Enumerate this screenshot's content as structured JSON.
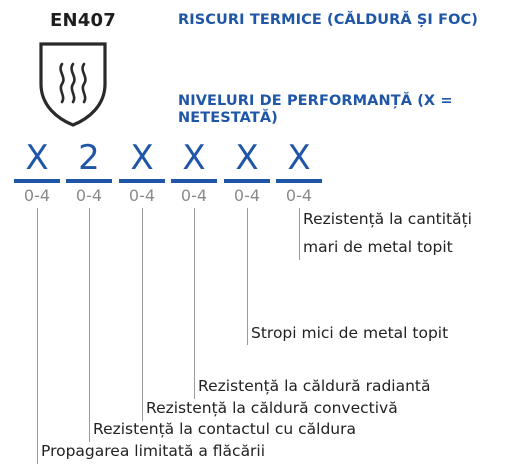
{
  "standard": "EN407",
  "title": "RISCURI TERMICE (CĂLDURĂ ȘI FOC)",
  "subtitle": "NIVELURI DE PERFORMANȚĂ (X = NETESTATĂ)",
  "icon": "heat-shield-icon",
  "levels": [
    "X",
    "2",
    "X",
    "X",
    "X",
    "X"
  ],
  "range": "0-4",
  "descriptions": {
    "d6_line1": "Rezistență la cantități",
    "d6_line2": "mari de metal topit",
    "d5": "Stropi mici de metal topit",
    "d4": "Rezistență la căldură radiantă",
    "d3": "Rezistență la căldură convectivă",
    "d2": "Rezistență la contactul cu căldura",
    "d1": "Propagarea limitată a flăcării"
  },
  "colors": {
    "accent": "#1f56a6",
    "text": "#222222",
    "muted": "#8a8a8a"
  }
}
